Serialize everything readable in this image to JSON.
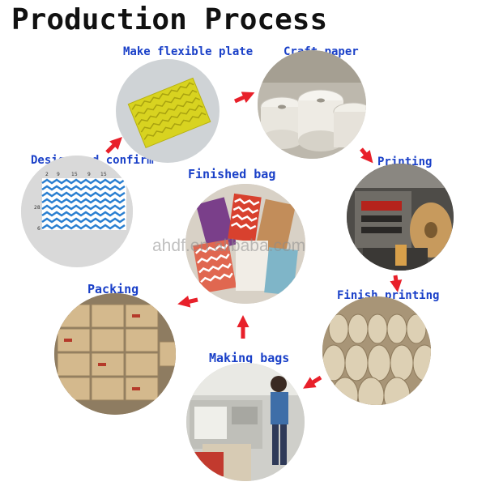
{
  "title": "Production Process",
  "watermark": "ahdf.en.alibaba.com",
  "steps": {
    "flexible_plate": "Make flexible plate",
    "craft_paper": "Craft paper",
    "printing": "Printing",
    "finish_printing": "Finish printing",
    "making_bags": "Making bags",
    "packing": "Packing",
    "design_confirm": "Design and confirm",
    "finished_bag": "Finished bag"
  },
  "design_axis": {
    "top_ticks": [
      "2",
      "9",
      "15",
      "9",
      "15"
    ],
    "left_ticks": [
      "28",
      "6"
    ]
  },
  "colors": {
    "label_blue": "#1a40c8",
    "arrow_red": "#e8202a"
  }
}
